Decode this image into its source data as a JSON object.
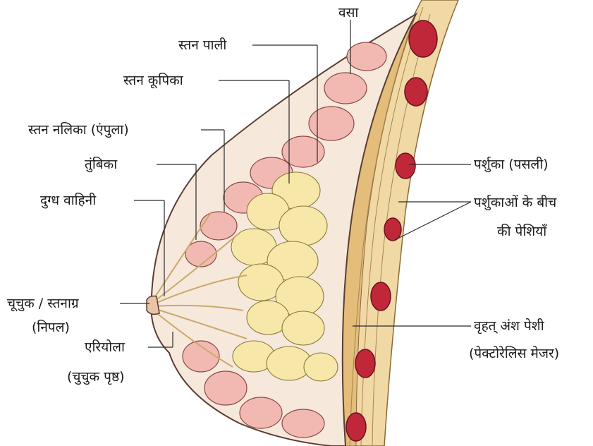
{
  "labels": {
    "fat": "वसा",
    "lobe": "स्तन पाली",
    "alveoli": "स्तन कूपिका",
    "ampulla": "स्तन नलिका (एंपुला)",
    "tubule": "तुंबिका",
    "milk_duct": "दुग्ध वाहिनी",
    "nipple": "चूचुक / स्तनाग्र",
    "nipple_en": "(निपल)",
    "areola": "एरियोला",
    "areola_sub": "(चुचुक पृष्ठ)",
    "rib": "पर्शुका (पसली)",
    "intercostal": "पर्शुकाओं के बीच",
    "intercostal_2": "की पेशियाँ",
    "pectoralis": "वृहत् अंश पेशी",
    "pectoralis_en": "(पेक्टोरेलिस मेजर)"
  },
  "colors": {
    "skin": "#f5e6d6",
    "skin_outline": "#6b4a3a",
    "lobule_pink": "#f2b9b3",
    "gland_yellow": "#f7e7a8",
    "muscle": "#e9c98a",
    "rib_red": "#c0283a"
  }
}
